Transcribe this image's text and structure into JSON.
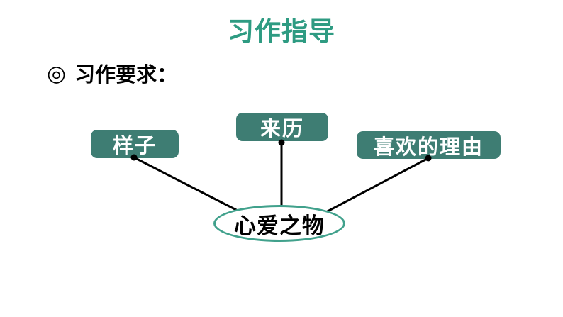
{
  "title": "习作指导",
  "requirement": {
    "bullet": "◎",
    "label": "习作要求："
  },
  "diagram": {
    "center": {
      "label": "心爱之物"
    },
    "branches": [
      {
        "label": "样子"
      },
      {
        "label": "来历"
      },
      {
        "label": "喜欢的理由"
      }
    ]
  },
  "colors": {
    "background": "#FFFFFF",
    "title": "#2E9B82",
    "heading_text": "#000000",
    "box_fill": "#3E7D73",
    "box_text": "#FFFFFF",
    "ellipse_border": "#41A18C",
    "center_text": "#000000",
    "line": "#000000"
  }
}
